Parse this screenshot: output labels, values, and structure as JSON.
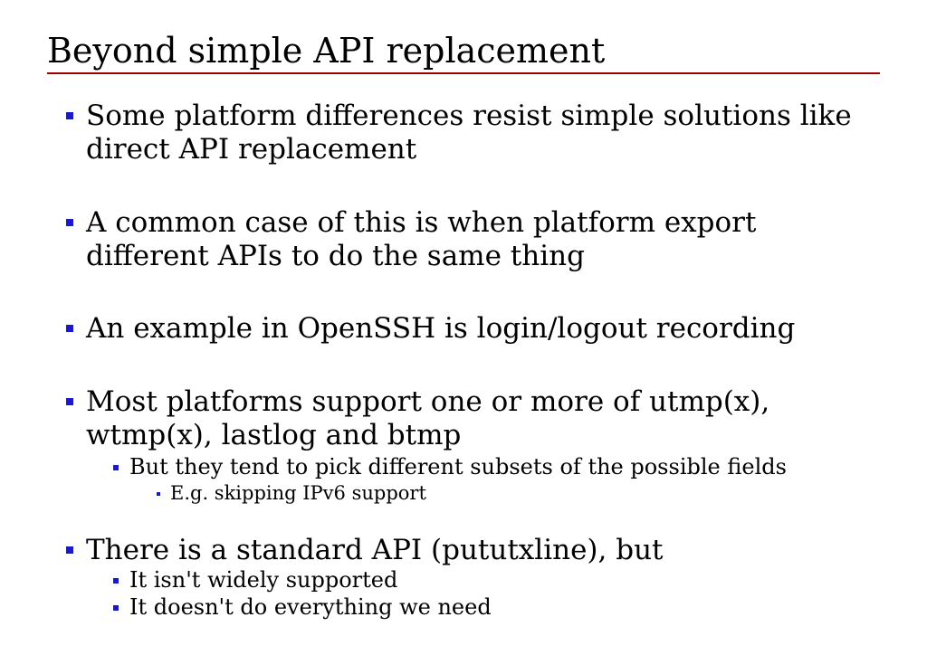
{
  "title": "Beyond simple API replacement",
  "accent_color": "#a00000",
  "bullet_color": "#1a1acc",
  "bullets": [
    {
      "text": "Some platform differences resist simple solutions like direct API replacement"
    },
    {
      "text": "A common case of this is when platform export different APIs to do the same thing"
    },
    {
      "text": "An example in OpenSSH is login/logout recording"
    },
    {
      "text": "Most platforms support one or more of utmp(x), wtmp(x), lastlog and btmp",
      "sub": [
        {
          "text": "But they tend to pick different subsets of the possible fields",
          "sub": [
            {
              "text": "E.g. skipping IPv6 support"
            }
          ]
        }
      ]
    },
    {
      "text": "There is a standard API (pututxline), but",
      "sub": [
        {
          "text": "It isn't widely supported"
        },
        {
          "text": "It doesn't do everything we need"
        }
      ]
    }
  ]
}
